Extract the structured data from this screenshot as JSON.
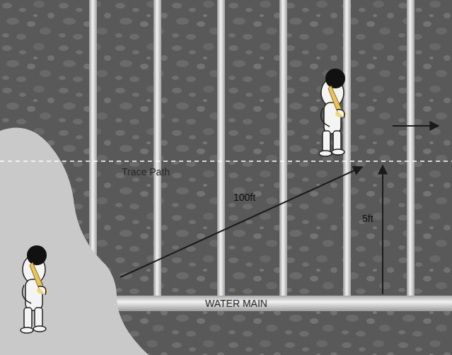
{
  "diagram": {
    "labels": [
      "Trace Path",
      "100ft",
      "5ft",
      "WATER MAIN"
    ]
  }
}
